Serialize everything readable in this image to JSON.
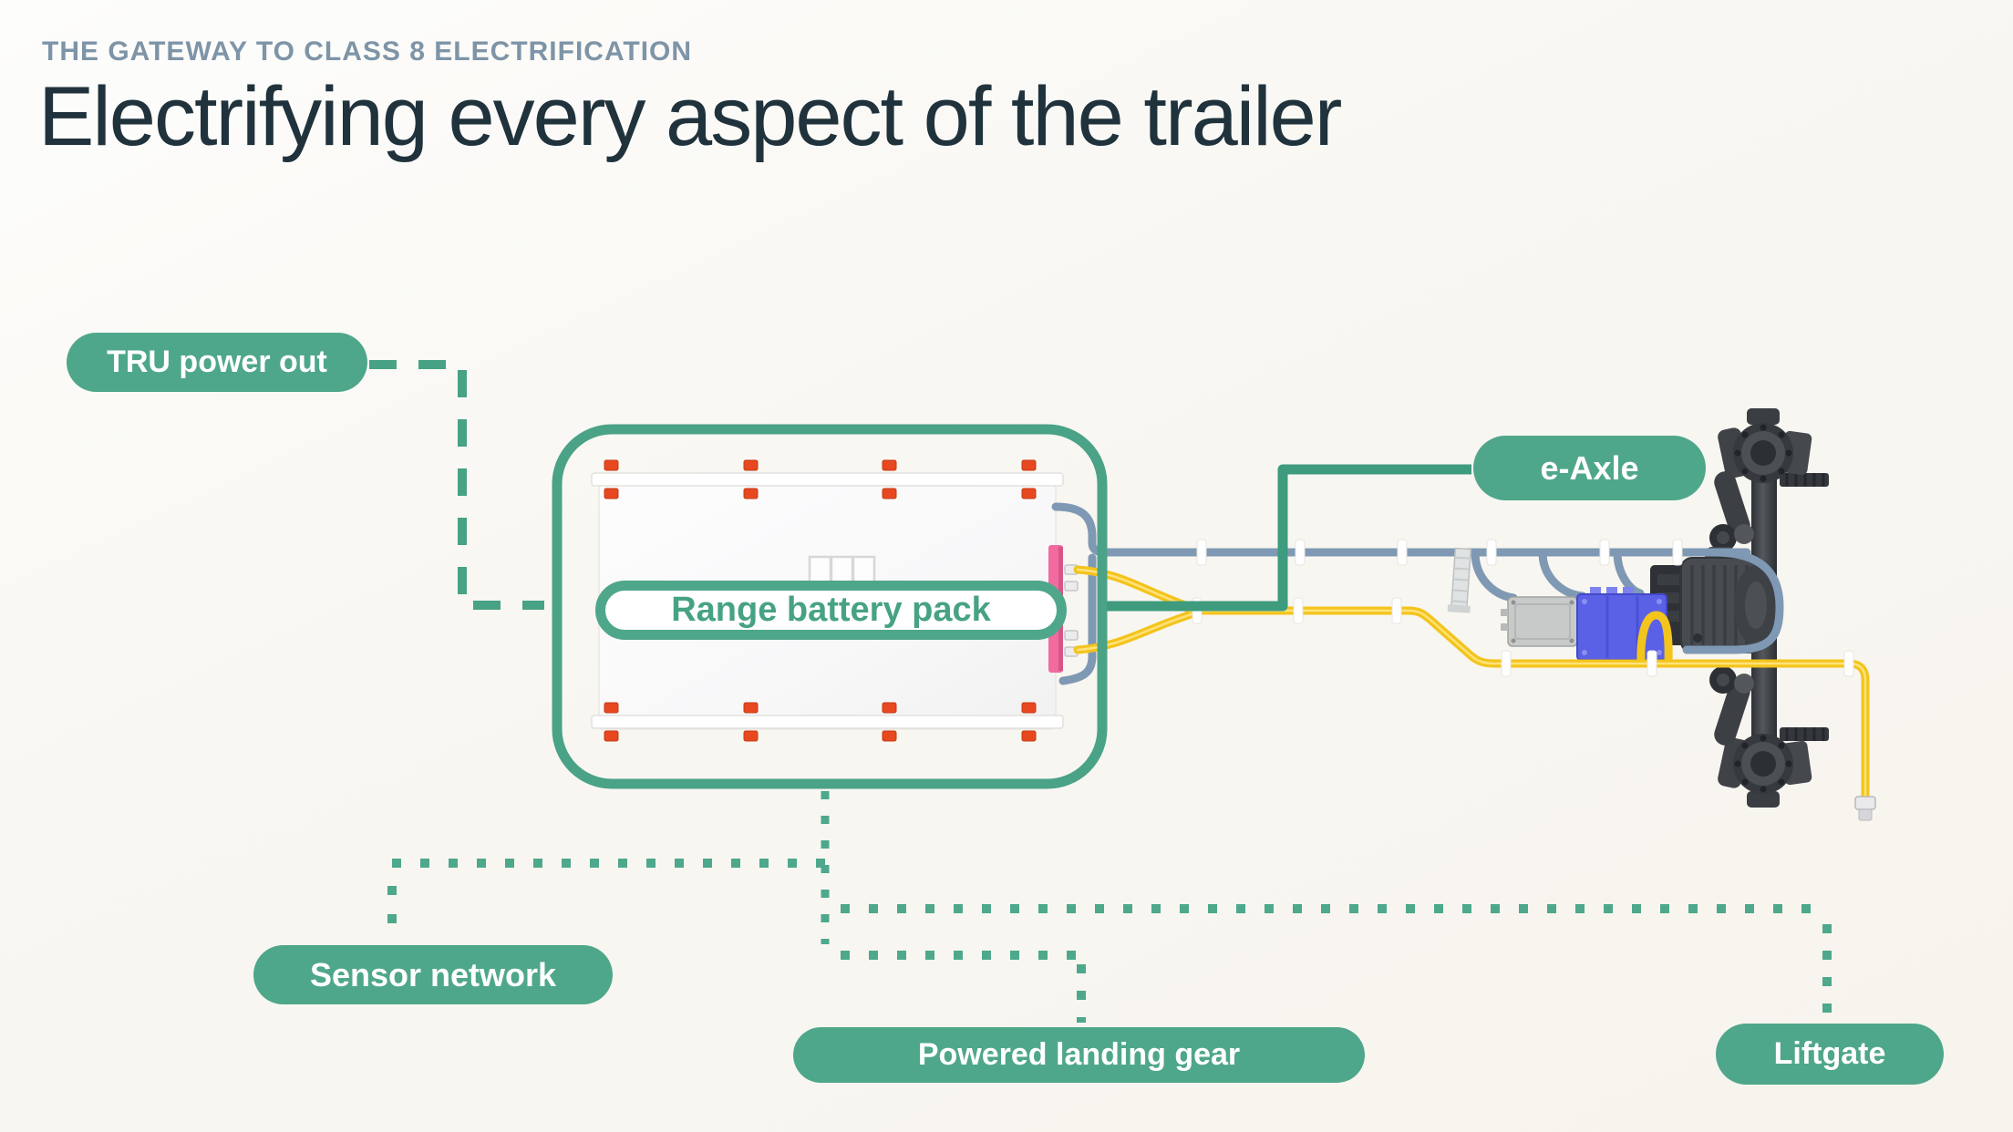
{
  "header": {
    "kicker": "THE GATEWAY TO CLASS 8 ELECTRIFICATION",
    "title": "Electrifying every aspect of the trailer"
  },
  "labels": {
    "tru_power_out": "TRU power out",
    "range_battery_pack": "Range battery pack",
    "e_axle": "e-Axle",
    "sensor_network": "Sensor network",
    "powered_landing_gear": "Powered landing gear",
    "liftgate": "Liftgate"
  },
  "colors": {
    "accent_green": "#4FA78B",
    "connector_green": "#47A286",
    "title_text": "#20323C",
    "kicker_text": "#7E94A7",
    "background": "#F8F5F0",
    "battery_clip_red": "#E8481F",
    "wire_yellow": "#F3C41C",
    "wire_blue_gray": "#7F99B4",
    "inverter_blue": "#5A61E6",
    "junction_gray": "#C7CAC9",
    "battery_connector_pink": "#F16BA1",
    "axle_dark": "#3A3E42"
  }
}
